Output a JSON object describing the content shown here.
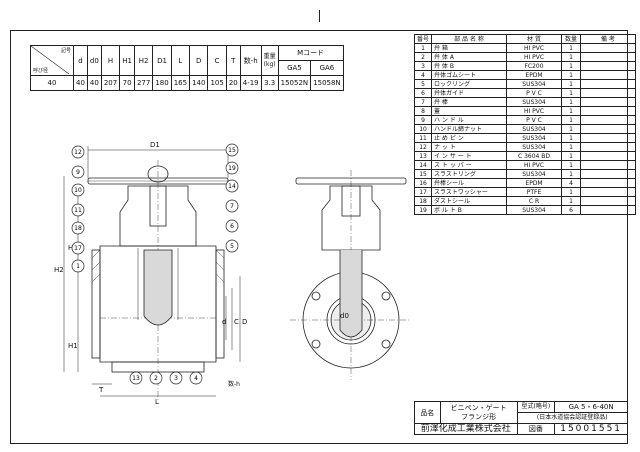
{
  "dims_table": {
    "diag_top": "記号",
    "diag_bottom": "呼び径",
    "headers": [
      "d",
      "d0",
      "H",
      "H1",
      "H2",
      "D1",
      "L",
      "D",
      "C",
      "T",
      "数-h",
      "重量\n(kg)",
      "Mコード"
    ],
    "mcode_sub": [
      "GA5",
      "GA6"
    ],
    "row": [
      "40",
      "40",
      "40",
      "207",
      "70",
      "277",
      "180",
      "165",
      "140",
      "105",
      "20",
      "4-19",
      "3.3",
      "15052N",
      "15058N"
    ]
  },
  "parts_table": {
    "headers": [
      "番号",
      "部 品 名 称",
      "材 質",
      "数量",
      "備 考"
    ],
    "rows": [
      [
        "1",
        "弁 箱",
        "HI PVC",
        "1",
        ""
      ],
      [
        "2",
        "弁 体 A",
        "HI PVC",
        "1",
        ""
      ],
      [
        "3",
        "弁 体 B",
        "FC200",
        "1",
        ""
      ],
      [
        "4",
        "弁体ゴムシート",
        "EPDM",
        "1",
        ""
      ],
      [
        "5",
        "ロックリング",
        "SUS304",
        "1",
        ""
      ],
      [
        "6",
        "弁体ガイド",
        "P V C",
        "1",
        ""
      ],
      [
        "7",
        "弁 棒",
        "SUS304",
        "1",
        ""
      ],
      [
        "8",
        "蓋",
        "HI PVC",
        "1",
        ""
      ],
      [
        "9",
        "ハ ン ド ル",
        "P V C",
        "1",
        ""
      ],
      [
        "10",
        "ハンドル締ナット",
        "SUS304",
        "1",
        ""
      ],
      [
        "11",
        "止 め ピ ン",
        "SUS304",
        "1",
        ""
      ],
      [
        "12",
        "ナ ッ ト",
        "SUS304",
        "1",
        ""
      ],
      [
        "13",
        "イ ン サ ー ト",
        "C 3604 BD",
        "1",
        ""
      ],
      [
        "14",
        "ス ト ッ パ ー",
        "HI PVC",
        "1",
        ""
      ],
      [
        "15",
        "スラストリング",
        "SUS304",
        "1",
        ""
      ],
      [
        "16",
        "弁棒シール",
        "EPDM",
        "4",
        ""
      ],
      [
        "17",
        "スラストワッシャー",
        "PTFE",
        "1",
        ""
      ],
      [
        "18",
        "ダストシール",
        "C R",
        "1",
        ""
      ],
      [
        "19",
        "ボ ル ト B",
        "SUS304",
        "6",
        ""
      ]
    ]
  },
  "title_block": {
    "name_label": "品名",
    "name_line1": "ビニペン・ゲート",
    "name_line2": "フランジ形",
    "type_label": "型式(略号)",
    "type_value": "GA 5・6-40N",
    "type_note": "(日本水道協会認証登録品)",
    "company": "前澤化成工業株式会社",
    "drawing_label": "図番",
    "drawing_no": "15001551"
  },
  "drawing": {
    "labels": {
      "D1": "D1",
      "H": "H",
      "H1": "H1",
      "H2": "H2",
      "L": "L",
      "T": "T",
      "d": "d",
      "C": "C",
      "D": "D",
      "d0": "d0",
      "bolt": "数-h"
    },
    "callouts": [
      "12",
      "9",
      "10",
      "11",
      "18",
      "17",
      "1",
      "15",
      "19",
      "14",
      "7",
      "6",
      "5",
      "13",
      "2",
      "3",
      "4"
    ]
  }
}
